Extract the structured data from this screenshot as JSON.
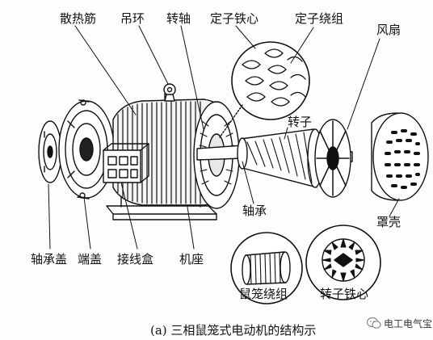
{
  "labels": {
    "heat_sink": "散热筋",
    "lifting_ring": "吊环",
    "shaft": "转轴",
    "stator_core": "定子铁心",
    "stator_winding": "定子绕组",
    "fan": "风扇",
    "rotor": "转子",
    "bearing": "轴承",
    "fan_cover": "罩壳",
    "bearing_cover": "轴承盖",
    "end_cover": "端盖",
    "junction_box": "接线盒",
    "frame": "机座",
    "squirrel_cage_winding": "鼠笼绕组",
    "rotor_core": "转子铁心"
  },
  "caption": "(a)  三相鼠笼式电动机的结构示",
  "watermark": "电工电气宝",
  "colors": {
    "ink": "#111111",
    "paper": "#fdfdfd"
  }
}
